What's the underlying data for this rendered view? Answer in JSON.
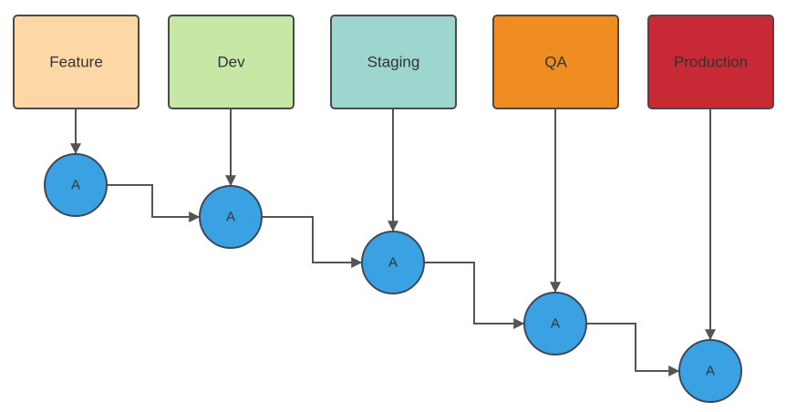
{
  "stages": [
    {
      "label": "Feature",
      "color": "#fdd8a6"
    },
    {
      "label": "Dev",
      "color": "#c7e7a6"
    },
    {
      "label": "Staging",
      "color": "#9cd6cf"
    },
    {
      "label": "QA",
      "color": "#ef8d22"
    },
    {
      "label": "Production",
      "color": "#c72a35"
    }
  ],
  "nodes": [
    {
      "label": "A"
    },
    {
      "label": "A"
    },
    {
      "label": "A"
    },
    {
      "label": "A"
    },
    {
      "label": "A"
    }
  ]
}
